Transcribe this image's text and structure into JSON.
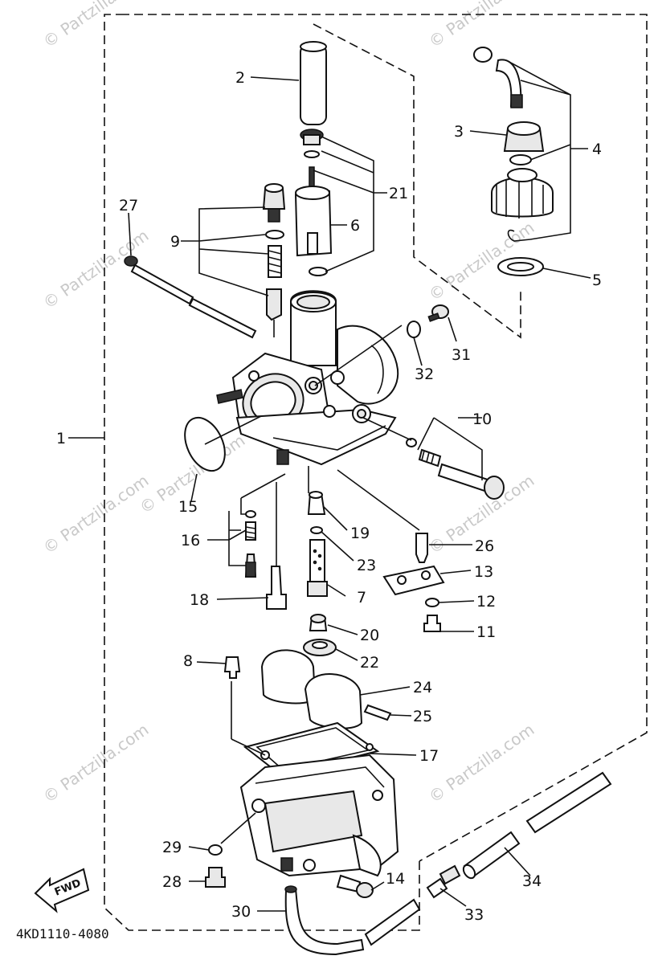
{
  "watermarks": [
    "© Partzilla.com",
    "© Partzilla.com",
    "© Partzilla.com",
    "© Partzilla.com",
    "© Partzilla.com",
    "© Partzilla.com",
    "© Partzilla.com",
    "© Partzilla.com",
    "© Partzilla.com"
  ],
  "callouts": {
    "c1": "1",
    "c2": "2",
    "c3": "3",
    "c4": "4",
    "c5": "5",
    "c6": "6",
    "c7": "7",
    "c8": "8",
    "c9": "9",
    "c10": "10",
    "c11": "11",
    "c12": "12",
    "c13": "13",
    "c14": "14",
    "c15": "15",
    "c16": "16",
    "c17": "17",
    "c18": "18",
    "c19": "19",
    "c20": "20",
    "c21": "21",
    "c22": "22",
    "c23": "23",
    "c24": "24",
    "c25": "25",
    "c26": "26",
    "c27": "27",
    "c28": "28",
    "c29": "29",
    "c30": "30",
    "c31": "31",
    "c32": "32",
    "c33": "33",
    "c34": "34"
  },
  "fwd_label": "FWD",
  "diagram_code": "4KD1110-4080",
  "colors": {
    "line": "#111111",
    "watermark": "#c9c9c9",
    "background": "#ffffff"
  }
}
